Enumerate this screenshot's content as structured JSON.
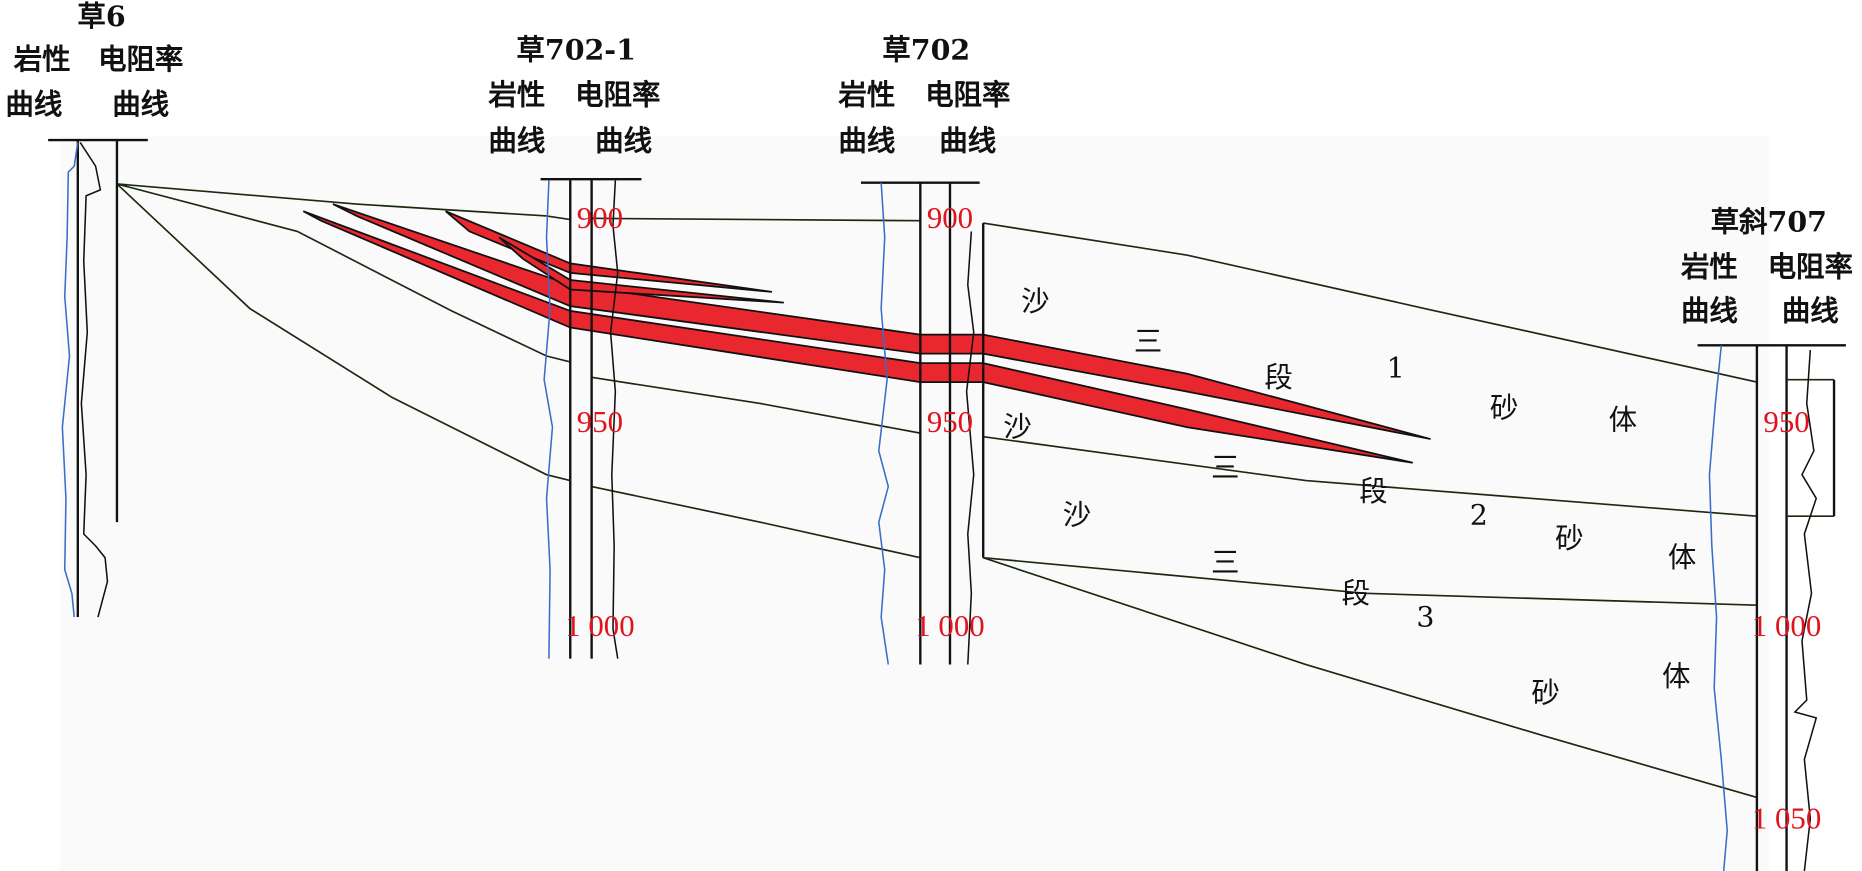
{
  "wells": [
    {
      "name": "草6",
      "col1": "岩性",
      "col2": "电阻率",
      "col1b": "曲线",
      "col2b": "曲线",
      "depths": []
    },
    {
      "name": "草702-1",
      "col1": "岩性",
      "col2": "电阻率",
      "col1b": "曲线",
      "col2b": "曲线",
      "depths": [
        "900",
        "950",
        "1 000"
      ]
    },
    {
      "name": "草702",
      "col1": "岩性",
      "col2": "电阻率",
      "col1b": "曲线",
      "col2b": "曲线",
      "depths": [
        "900",
        "950",
        "1 000"
      ]
    },
    {
      "name": "草斜707",
      "col1": "岩性",
      "col2": "电阻率",
      "col1b": "曲线",
      "col2b": "曲线",
      "depths": [
        "950",
        "1 000",
        "1 050"
      ]
    }
  ],
  "units": [
    {
      "chars": [
        "沙",
        "三",
        "段",
        "1",
        "砂",
        "体"
      ]
    },
    {
      "chars": [
        "沙",
        "三",
        "段",
        "2",
        "砂",
        "体"
      ]
    },
    {
      "chars": [
        "沙",
        "三",
        "段",
        "3",
        "砂",
        "体"
      ]
    }
  ],
  "colors": {
    "sand": "#e8282e",
    "depth": "#e0141e",
    "resistivity": "#3a6cc8"
  }
}
